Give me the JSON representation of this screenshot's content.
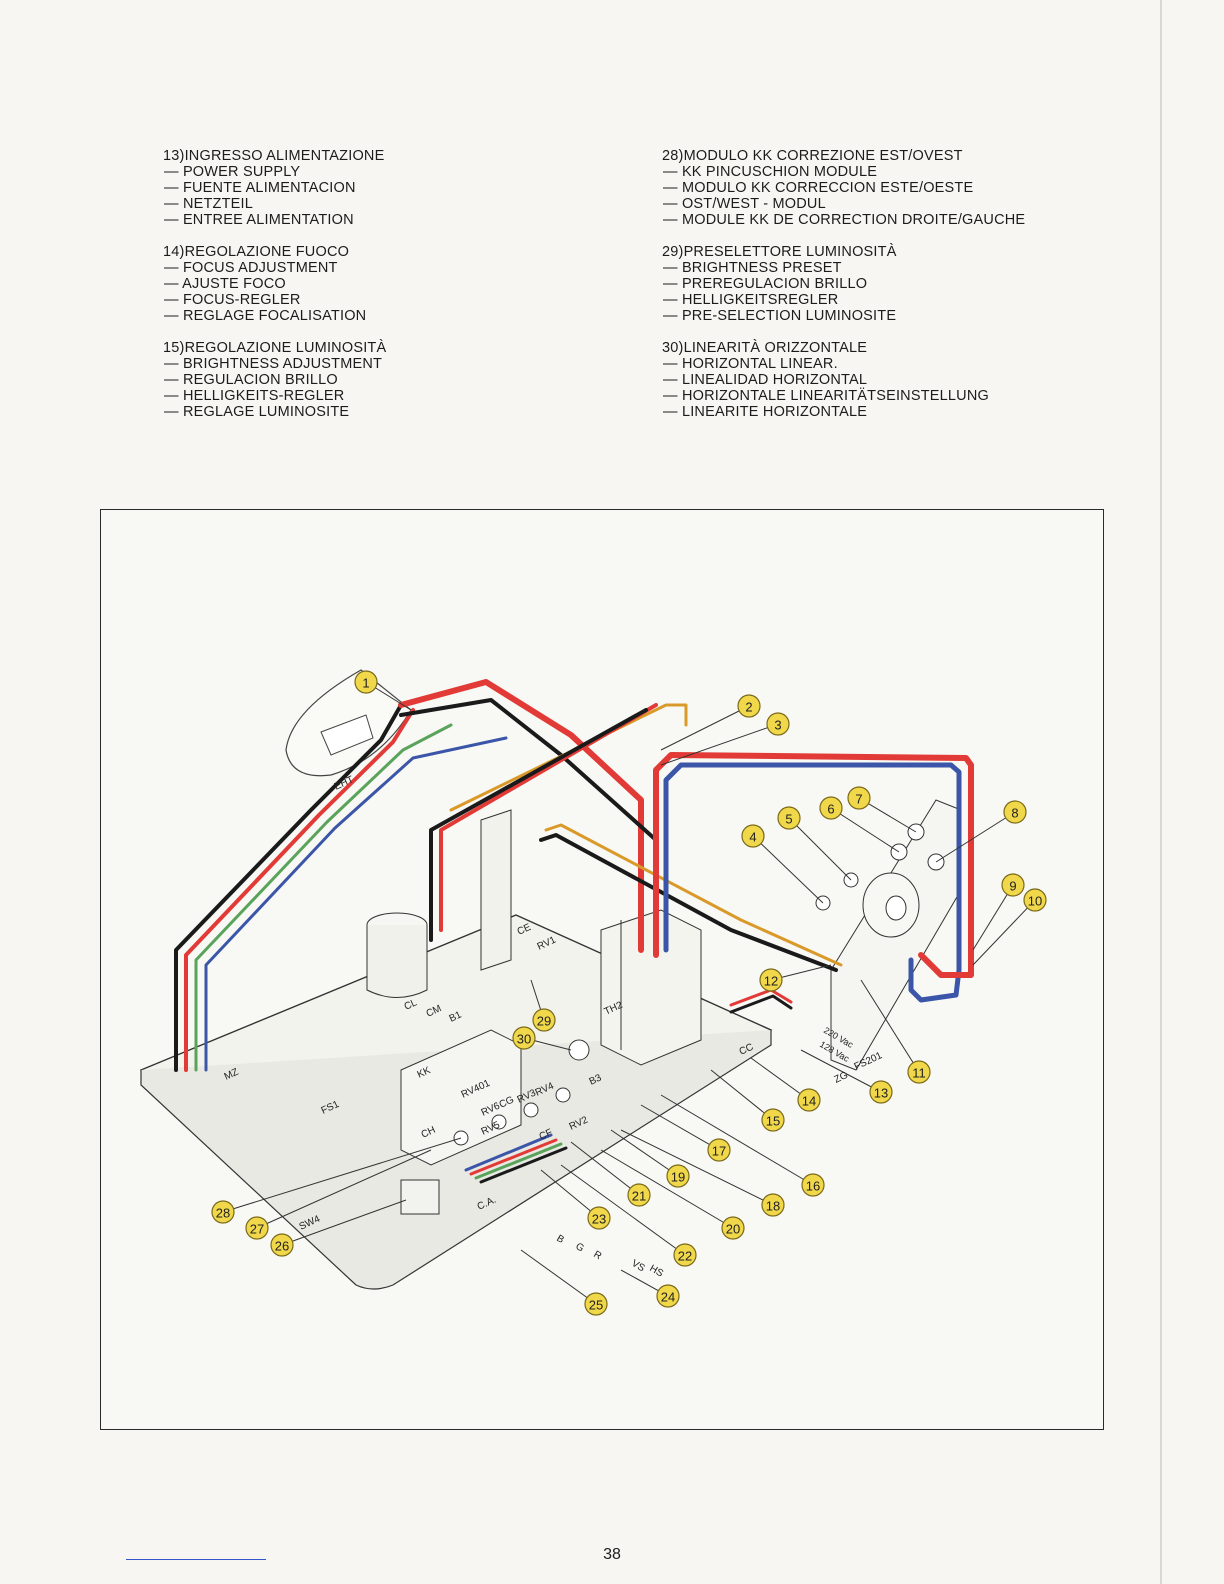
{
  "left_column": [
    {
      "number": "13)",
      "heading": "INGRESSO ALIMENTAZIONE",
      "items": [
        "POWER SUPPLY",
        "FUENTE ALIMENTACION",
        "NETZTEIL",
        "ENTREE ALIMENTATION"
      ]
    },
    {
      "number": "14)",
      "heading": "REGOLAZIONE FUOCO",
      "items": [
        "FOCUS ADJUSTMENT",
        "AJUSTE FOCO",
        "FOCUS-REGLER",
        "REGLAGE FOCALISATION"
      ]
    },
    {
      "number": "15)",
      "heading": "REGOLAZIONE LUMINOSITÀ",
      "items": [
        "BRIGHTNESS ADJUSTMENT",
        "REGULACION BRILLO",
        "HELLIGKEITS-REGLER",
        "REGLAGE LUMINOSITE"
      ]
    }
  ],
  "right_column": [
    {
      "number": "28)",
      "heading": "MODULO KK CORREZIONE EST/OVEST",
      "items": [
        "KK PINCUSCHION MODULE",
        "MODULO KK CORRECCION ESTE/OESTE",
        "OST/WEST - MODUL",
        "MODULE KK DE CORRECTION DROITE/GAUCHE"
      ]
    },
    {
      "number": "29)",
      "heading": "PRESELETTORE LUMINOSITÀ",
      "items": [
        "BRIGHTNESS PRESET",
        "PREREGULACION BRILLO",
        "HELLIGKEITSREGLER",
        "PRE-SELECTION LUMINOSITE"
      ]
    },
    {
      "number": "30)",
      "heading": "LINEARITÀ ORIZZONTALE",
      "items": [
        "HORIZONTAL LINEAR.",
        "LINEALIDAD HORIZONTAL",
        "HORIZONTALE LINEARITÄTSEINSTELLUNG",
        "LINEARITE HORIZONTALE"
      ]
    }
  ],
  "diagram": {
    "board_labels": [
      "EHT",
      "MZ",
      "KK",
      "TH2",
      "RV1",
      "RV401",
      "RV6",
      "CG",
      "RV3",
      "RV4",
      "RV5",
      "RV2",
      "CF",
      "CH",
      "CM",
      "B1",
      "CL",
      "CC",
      "B3",
      "FS1",
      "SW4",
      "C.A.",
      "ZG",
      "FS201",
      "CE"
    ],
    "wire_labels": [
      "B",
      "G",
      "R",
      "VS",
      "HS"
    ],
    "voltage_labels": [
      "220 Vac",
      "128 Vac"
    ],
    "callouts": [
      "1",
      "2",
      "3",
      "4",
      "5",
      "6",
      "7",
      "8",
      "9",
      "10",
      "11",
      "12",
      "13",
      "14",
      "15",
      "16",
      "17",
      "18",
      "19",
      "20",
      "21",
      "22",
      "23",
      "24",
      "25",
      "26",
      "27",
      "28",
      "29",
      "30"
    ],
    "colors": {
      "red": "#e23a36",
      "black": "#1a1a1a",
      "blue": "#3b55a8",
      "green": "#5aa35a",
      "orange": "#d99a2a",
      "callout_fill": "#f0d84a"
    }
  },
  "page_number": "38"
}
